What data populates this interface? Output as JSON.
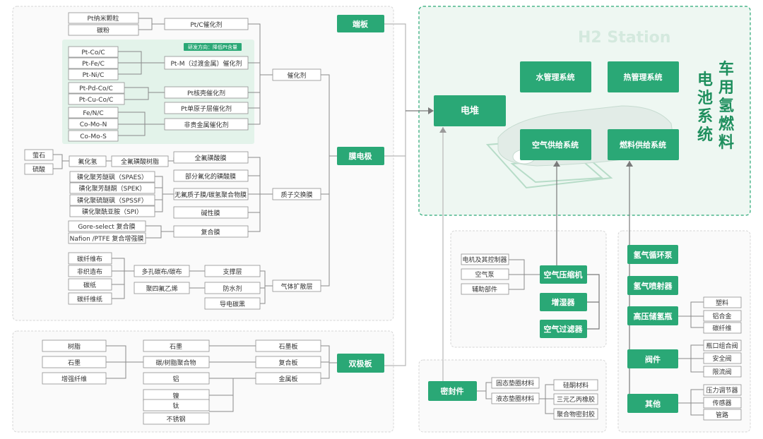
{
  "title": "车用氢燃料电池系统",
  "core": {
    "stack": "电堆",
    "water": "水管理系统",
    "thermal": "热管理系统",
    "air": "空气供给系统",
    "fuel": "燃料供给系统"
  },
  "end_plate": "端板",
  "mea": "膜电极",
  "bipolar": "双极板",
  "catalyst": {
    "group": "催化剂",
    "pt_nano": "Pt纳米颗粒",
    "carbon_powder": "碳粉",
    "ptc": "Pt/C催化剂",
    "research_tag": "研发方向：降低Pt含量",
    "ptco": "Pt-Co/C",
    "ptfe": "Pt-Fe/C",
    "ptni": "Pt-Ni/C",
    "ptm": "Pt-M（过渡金属）催化剂",
    "ptpdco": "Pt-Pd-Co/C",
    "ptcuco": "Pt-Cu-Co/C",
    "pt_shell": "Pt核壳催化剂",
    "pt_single": "Pt单原子层催化剂",
    "fenc": "Fe/N/C",
    "conc": "Co-Mo-N",
    "cmos": "Co-Mo-S",
    "non_noble": "非贵金属催化剂"
  },
  "membrane": {
    "group": "质子交换膜",
    "fluorite": "萤石",
    "sulfuric": "硫酸",
    "hf": "氟化氢",
    "pfsa_resin": "全氟磺酸树脂",
    "pfsa_film": "全氟磺酸膜",
    "partial": "部分氟化的磺酸膜",
    "spaes": "磺化聚芳醚砜（SPAES）",
    "spek": "磺化聚芳醚酮（SPEK）",
    "spssf": "磺化聚硫醚砜（SPSSF）",
    "spi": "磺化聚酰亚胺（SPI）",
    "nonf": "无氟质子膜/碳氢聚合物膜",
    "alkaline": "碱性膜",
    "gore": "Gore-select 复合膜",
    "nafion": "Nafion /PTFE 复合增强膜",
    "composite": "复合膜"
  },
  "gdl": {
    "group": "气体扩散层",
    "cfiber_cloth": "碳纤维布",
    "nonwoven": "非织造布",
    "cpaper": "碳纸",
    "cfiber_paper": "碳纤维纸",
    "porous": "多孔碳布/碳布",
    "ptfe": "聚四氟乙烯",
    "support": "支撑层",
    "waterproof": "防水剂",
    "conductive": "导电碳黑"
  },
  "bp": {
    "resin": "树脂",
    "graphite_raw": "石墨",
    "reinforced": "增强纤维",
    "graphite": "石墨",
    "carbon_resin": "碳/树脂聚合物",
    "al": "铝",
    "ni": "镍",
    "ti": "钛",
    "ss": "不锈钢",
    "graphite_plate": "石墨板",
    "composite_plate": "复合板",
    "metal_plate": "金属板"
  },
  "air_supply": {
    "motor": "电机及其控制器",
    "pump": "空气泵",
    "aux": "辅助部件",
    "compressor": "空气压缩机",
    "humidifier": "增湿器",
    "filter": "空气过滤器"
  },
  "seal": {
    "group": "密封件",
    "solid": "固态垫圈材料",
    "liquid": "液态垫圈材料",
    "silicone": "硅酮材料",
    "epdm": "三元乙丙橡胶",
    "polymer": "聚合物密封胶"
  },
  "fuel_supply": {
    "recirc": "氢气循环泵",
    "ejector": "氢气喷射器",
    "tank": "高压储氢瓶",
    "plastic": "塑料",
    "alalloy": "铝合金",
    "cfiber": "碳纤维",
    "valve": "阀件",
    "bottle_valve": "瓶口组合阀",
    "safety_valve": "安全阀",
    "flow_valve": "限流阀",
    "other": "其他",
    "regulator": "压力调节器",
    "sensor": "传感器",
    "pipe": "管路"
  },
  "watermark": "H2 Station",
  "colors": {
    "accent": "#2aa876",
    "panel_green": "#e3f3ea"
  }
}
